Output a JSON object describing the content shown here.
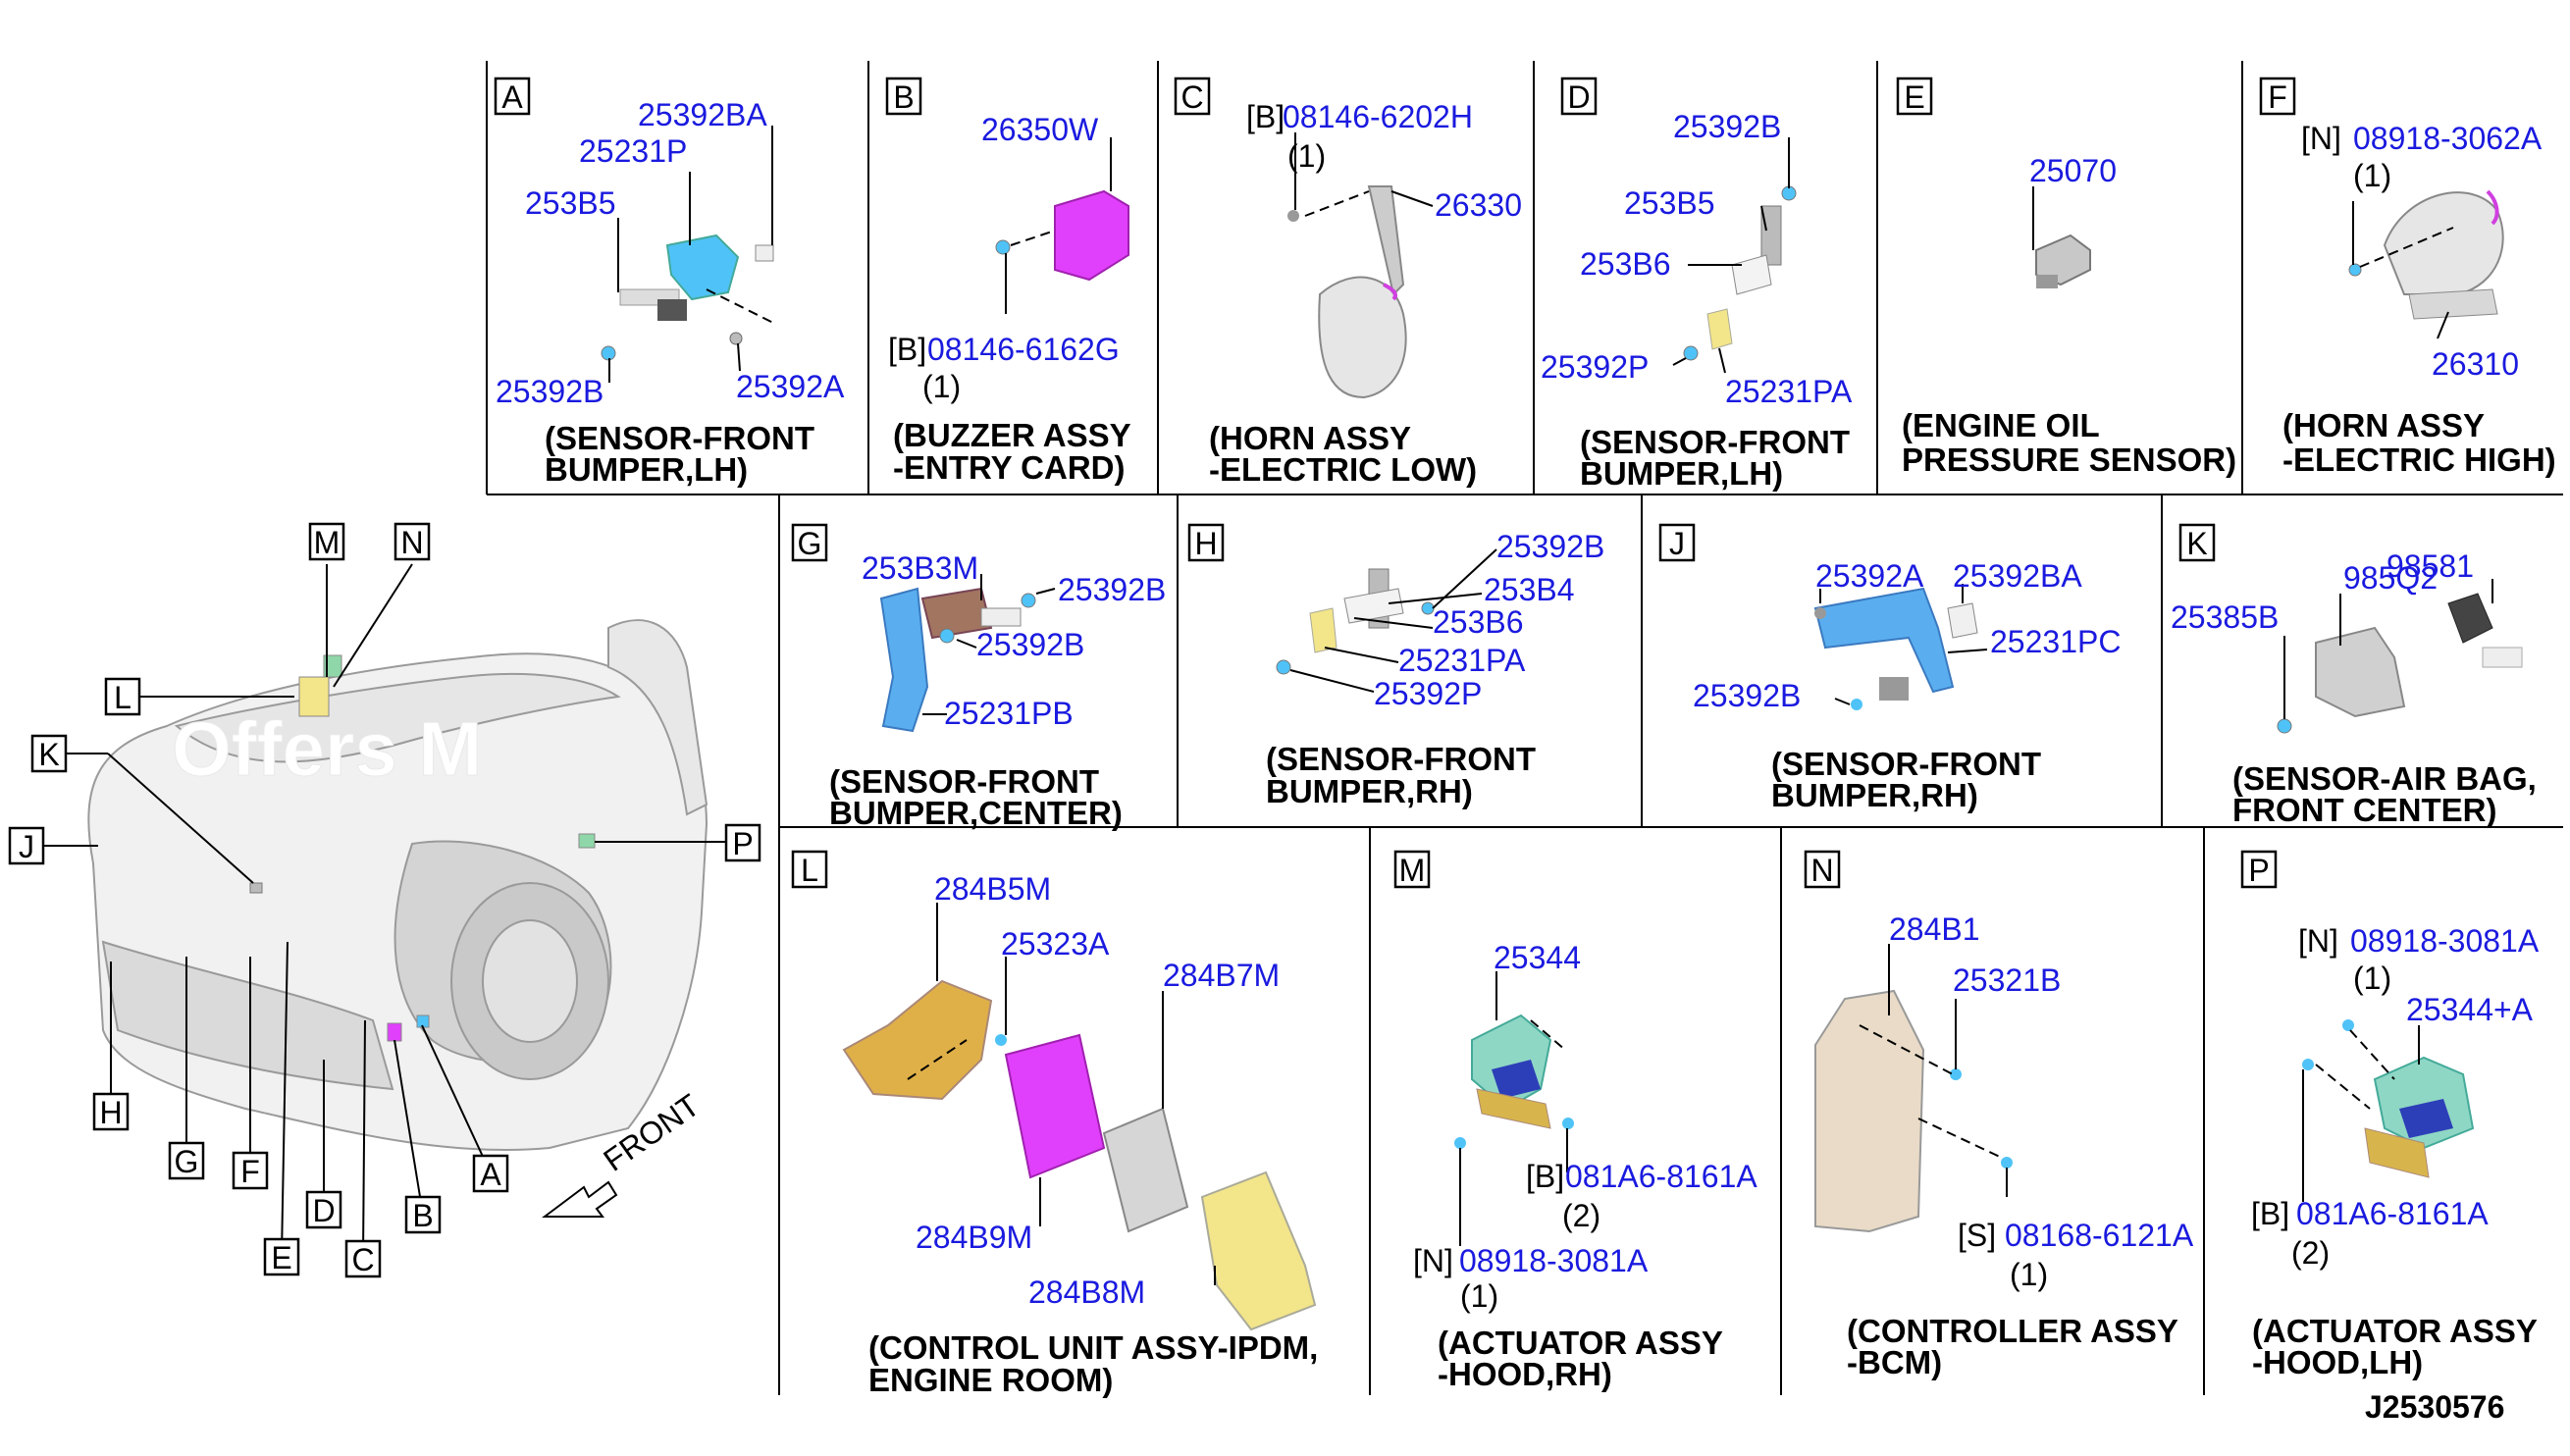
{
  "diagram_id": "J2530576",
  "front_label": "FRONT",
  "watermark": "Offers M",
  "overview_labels": [
    "M",
    "N",
    "L",
    "K",
    "J",
    "P",
    "H",
    "G",
    "F",
    "E",
    "D",
    "C",
    "B",
    "A"
  ],
  "panels": {
    "A": {
      "letter": "A",
      "parts": [
        "25392BA",
        "25231P",
        "253B5",
        "25392B",
        "25392A"
      ],
      "caption": [
        "(SENSOR-FRONT",
        "BUMPER,LH)"
      ]
    },
    "B": {
      "letter": "B",
      "parts": [
        "26350W",
        "08146-6162G"
      ],
      "prefix": "[B]",
      "qty": "(1)",
      "caption": [
        "(BUZZER ASSY",
        "-ENTRY CARD)"
      ]
    },
    "C": {
      "letter": "C",
      "parts": [
        "08146-6202H",
        "26330"
      ],
      "prefix": "[B]",
      "qty": "(1)",
      "caption": [
        "(HORN ASSY",
        "-ELECTRIC LOW)"
      ]
    },
    "D": {
      "letter": "D",
      "parts": [
        "25392B",
        "253B5",
        "253B6",
        "25392P",
        "25231PA"
      ],
      "caption": [
        "(SENSOR-FRONT",
        "BUMPER,LH)"
      ]
    },
    "E": {
      "letter": "E",
      "parts": [
        "25070"
      ],
      "caption": [
        "(ENGINE OIL",
        "PRESSURE SENSOR)"
      ]
    },
    "F": {
      "letter": "F",
      "parts": [
        "08918-3062A",
        "26310"
      ],
      "prefix": "[N]",
      "qty": "(1)",
      "caption": [
        "(HORN ASSY",
        "-ELECTRIC HIGH)"
      ]
    },
    "G": {
      "letter": "G",
      "parts": [
        "253B3M",
        "25392B",
        "25392B",
        "25231PB"
      ],
      "caption": [
        "(SENSOR-FRONT",
        "BUMPER,CENTER)"
      ]
    },
    "H": {
      "letter": "H",
      "parts": [
        "25392B",
        "253B4",
        "253B6",
        "25231PA",
        "25392P"
      ],
      "caption": [
        "(SENSOR-FRONT",
        "BUMPER,RH)"
      ]
    },
    "J": {
      "letter": "J",
      "parts": [
        "25392A",
        "25392BA",
        "25231PC",
        "25392B"
      ],
      "caption": [
        "(SENSOR-FRONT",
        "BUMPER,RH)"
      ]
    },
    "K": {
      "letter": "K",
      "parts": [
        "98581",
        "985Q2",
        "25385B"
      ],
      "caption": [
        "(SENSOR-AIR BAG,",
        "FRONT CENTER)"
      ]
    },
    "L": {
      "letter": "L",
      "parts": [
        "284B5M",
        "25323A",
        "284B7M",
        "284B9M",
        "284B8M"
      ],
      "caption": [
        "(CONTROL UNIT ASSY-IPDM,",
        "ENGINE ROOM)"
      ]
    },
    "M": {
      "letter": "M",
      "parts": [
        "25344",
        "081A6-8161A",
        "08918-3081A"
      ],
      "prefix_b": "[B]",
      "qty_b": "(2)",
      "prefix_n": "[N]",
      "qty_n": "(1)",
      "caption": [
        "(ACTUATOR ASSY",
        "-HOOD,RH)"
      ]
    },
    "N": {
      "letter": "N",
      "parts": [
        "284B1",
        "25321B",
        "08168-6121A"
      ],
      "prefix": "[S]",
      "qty": "(1)",
      "caption": [
        "(CONTROLLER ASSY",
        "-BCM)"
      ]
    },
    "P": {
      "letter": "P",
      "parts": [
        "08918-3081A",
        "25344+A",
        "081A6-8161A"
      ],
      "prefix_n": "[N]",
      "qty_n": "(1)",
      "prefix_b": "[B]",
      "qty_b": "(2)",
      "caption": [
        "(ACTUATOR ASSY",
        "-HOOD,LH)"
      ]
    }
  },
  "colors": {
    "part_number": "#1a1adf",
    "line": "#000000",
    "sensor": "#4fc3f7",
    "buzzer": "#e040fb",
    "ipdm": "#e040fb",
    "ipdm_cover": "#f3e58a",
    "bracket": "#5aaef0",
    "beige": "#e9dbc7"
  }
}
